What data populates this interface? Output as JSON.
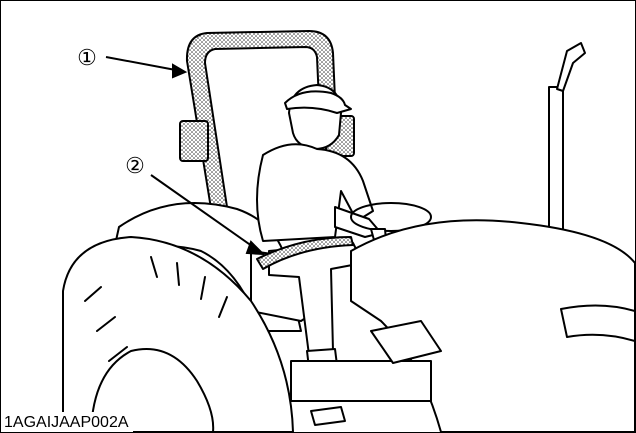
{
  "figure": {
    "caption": "1AGAIJAAP002A",
    "callouts": [
      {
        "label": "1",
        "glyph": "①",
        "target": "rops-frame"
      },
      {
        "label": "2",
        "glyph": "②",
        "target": "seat-belt"
      }
    ]
  }
}
